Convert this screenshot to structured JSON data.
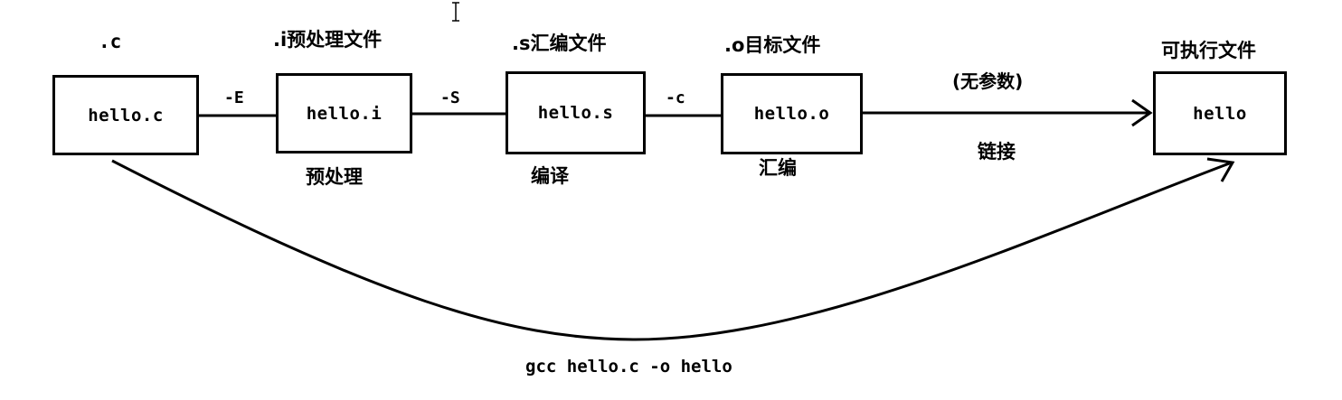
{
  "file_types": {
    "source": ".c",
    "preprocessed": ".i预处理文件",
    "assembly": ".s汇编文件",
    "object": ".o目标文件",
    "executable": "可执行文件"
  },
  "files": {
    "source": "hello.c",
    "preprocessed": "hello.i",
    "assembly": "hello.s",
    "object": "hello.o",
    "executable": "hello"
  },
  "flags": {
    "preprocess": "-E",
    "compile": "-S",
    "assemble": "-c",
    "link": "(无参数)"
  },
  "stages": {
    "preprocess": "预处理",
    "compile": "编译",
    "assemble": "汇编",
    "link": "链接"
  },
  "command": "gcc hello.c -o hello"
}
